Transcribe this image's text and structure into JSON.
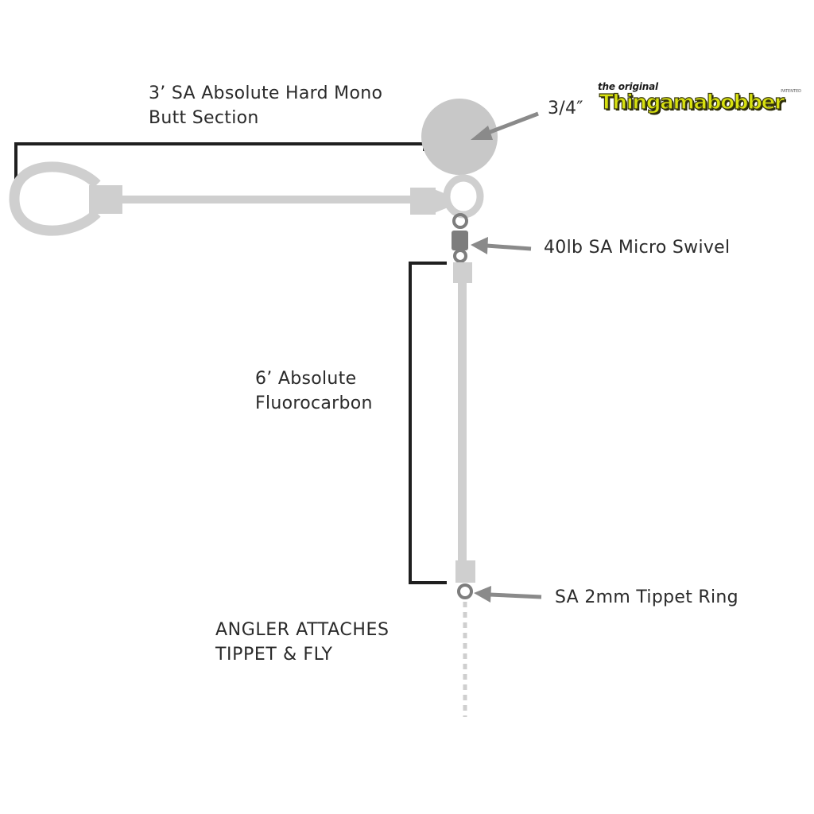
{
  "labels": {
    "butt_line1": "3’ SA Absolute Hard Mono",
    "butt_line2": "Butt Section",
    "bobber_size": "3/4″",
    "swivel": "40lb SA Micro Swivel",
    "fluoro_line1": "6’ Absolute",
    "fluoro_line2": "Fluorocarbon",
    "tippet_ring": "SA 2mm Tippet Ring",
    "angler_line1": "ANGLER ATTACHES",
    "angler_line2": "TIPPET & FLY"
  },
  "brand": {
    "tagline": "the original",
    "name": "Thingamabobber",
    "mark": "PATENTED"
  },
  "colors": {
    "line": "#cfcfcf",
    "bobber": "#c8c8c8",
    "swivel": "#7d7d7d",
    "arrow": "#8a8a8a",
    "bracket": "#1f1f1f",
    "brand_fill": "#d8e10f"
  }
}
